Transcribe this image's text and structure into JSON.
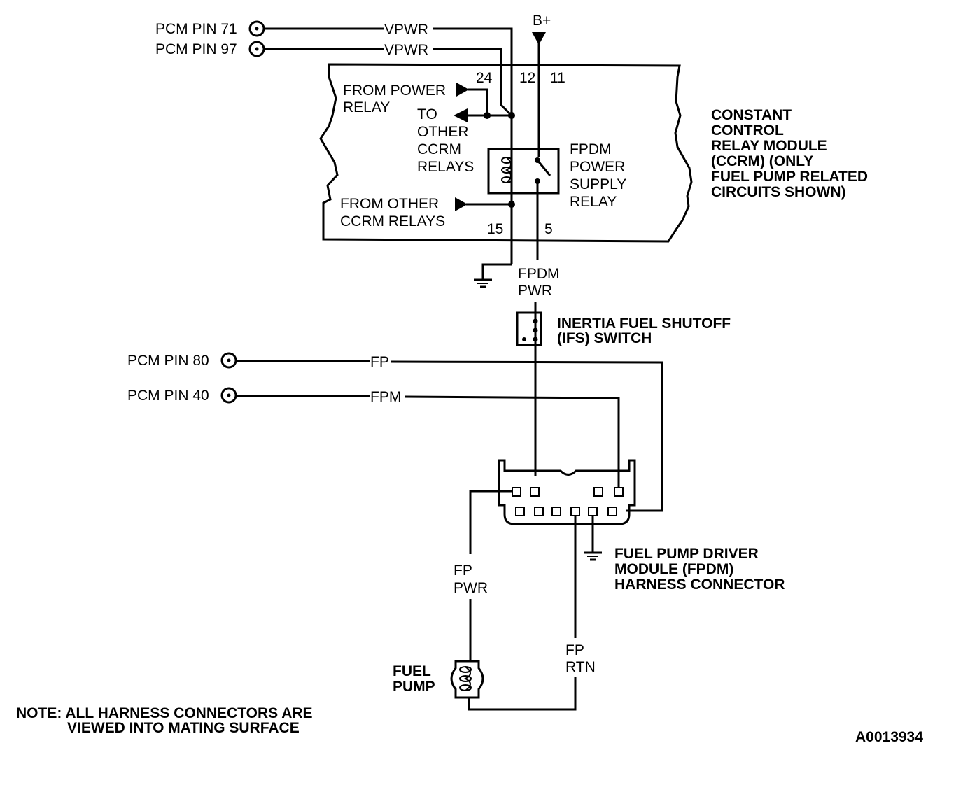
{
  "title": "Fuel Pump Driver Module Circuit Diagram",
  "pcm_pins": [
    {
      "label": "PCM PIN 71",
      "circuit": "VPWR"
    },
    {
      "label": "PCM PIN 97",
      "circuit": "VPWR"
    },
    {
      "label": "PCM PIN 80",
      "circuit": "FP"
    },
    {
      "label": "PCM PIN 40",
      "circuit": "FPM"
    }
  ],
  "battery": {
    "label": "B+"
  },
  "ccrm": {
    "title_lines": [
      "CONSTANT",
      "CONTROL",
      "RELAY MODULE",
      "(CCRM) (ONLY",
      "FUEL PUMP RELATED",
      "CIRCUITS SHOWN)"
    ],
    "pins": {
      "p24": "24",
      "p12": "12",
      "p11": "11",
      "p15": "15",
      "p5": "5"
    },
    "from_power_relay": [
      "FROM POWER",
      "RELAY"
    ],
    "to_other_relays": [
      "TO",
      "OTHER",
      "CCRM",
      "RELAYS"
    ],
    "from_other_relays": [
      "FROM OTHER",
      "CCRM RELAYS"
    ],
    "relay_label": [
      "FPDM",
      "POWER",
      "SUPPLY",
      "RELAY"
    ]
  },
  "fpdm_pwr": [
    "FPDM",
    "PWR"
  ],
  "ifs_switch": [
    "INERTIA FUEL SHUTOFF",
    "(IFS) SWITCH"
  ],
  "fpdm_connector": [
    "FUEL PUMP DRIVER",
    "MODULE (FPDM)",
    "HARNESS CONNECTOR"
  ],
  "fp_pwr": [
    "FP",
    "PWR"
  ],
  "fp_rtn": [
    "FP",
    "RTN"
  ],
  "fuel_pump": [
    "FUEL",
    "PUMP"
  ],
  "note": [
    "NOTE: ALL HARNESS CONNECTORS ARE",
    "VIEWED INTO MATING SURFACE"
  ],
  "figure_id": "A0013934"
}
